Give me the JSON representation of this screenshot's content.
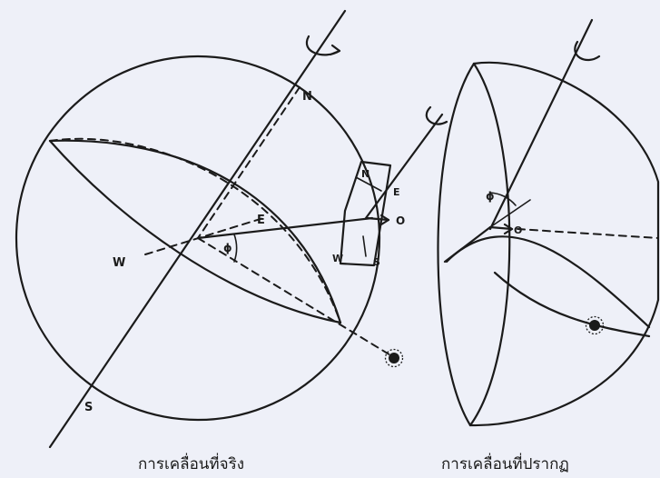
{
  "labels": {
    "north": "N",
    "south": "S",
    "east": "E",
    "west": "W",
    "observer": "O",
    "latitude": "ϕ"
  },
  "captions": {
    "left": "การเคลื่อนที่จริง",
    "right": "การเคลื่อนที่ปรากฏ"
  }
}
